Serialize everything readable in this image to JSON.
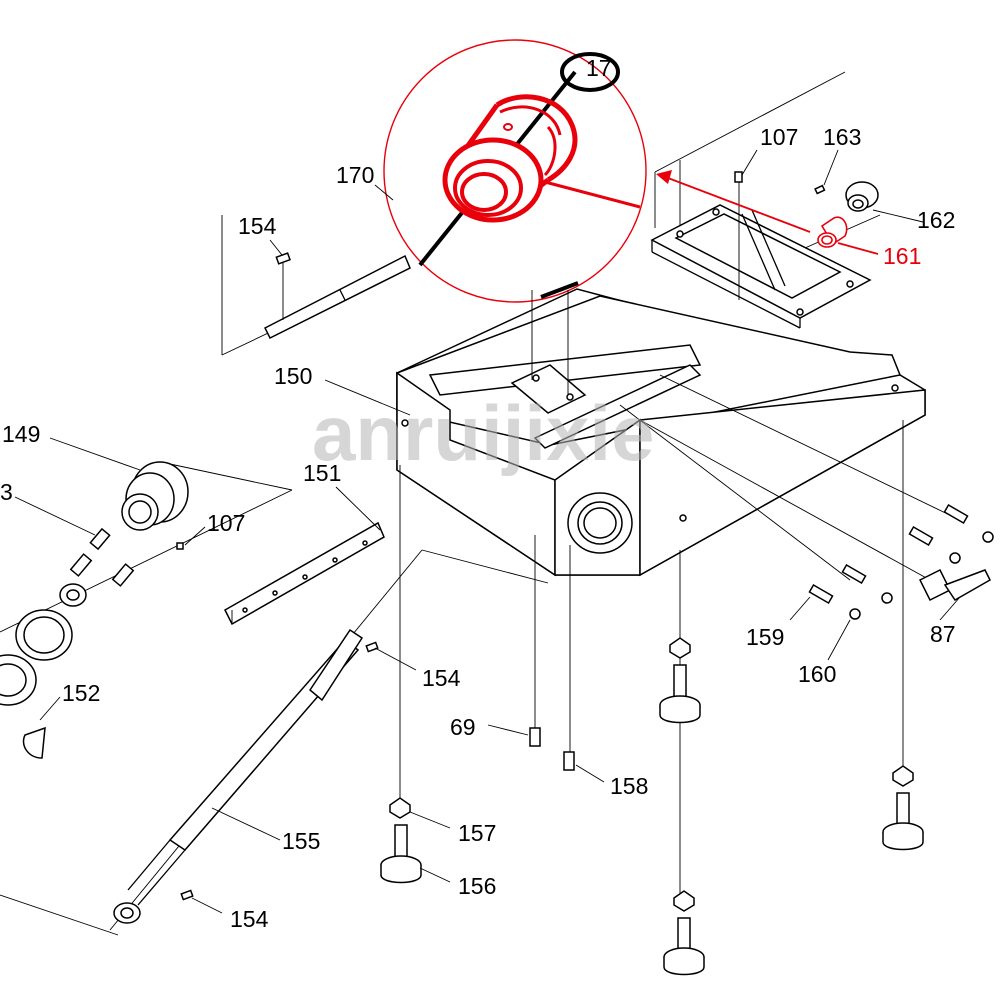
{
  "watermark": "anruijixie",
  "accent_color": "#e8000b",
  "callouts": {
    "c107_top": "107",
    "c163": "163",
    "c162": "162",
    "c161": "161",
    "c170": "170",
    "c154_a": "154",
    "c150": "150",
    "c149": "149",
    "c3": "3",
    "c107_left": "107",
    "c151": "151",
    "c154_b": "154",
    "c152": "152",
    "c69": "69",
    "c158": "158",
    "c159": "159",
    "c160": "160",
    "c87": "87",
    "c155": "155",
    "c157": "157",
    "c156": "156",
    "c154_c": "154",
    "c17_partial": "17"
  },
  "highlighted_part": "161",
  "zoom_icon": "magnifier-detail-circle"
}
